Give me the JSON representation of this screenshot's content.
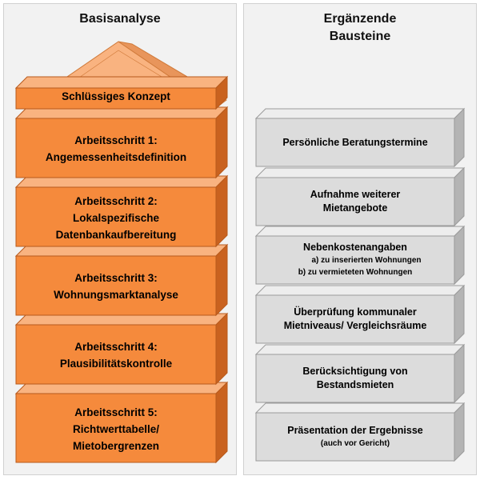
{
  "left": {
    "title": "Basisanalyse",
    "roof_label": "Schlüssiges Konzept",
    "steps": [
      {
        "line1": "Arbeitsschritt 1:",
        "line2": "Angemessenheitsdefinition"
      },
      {
        "line1": "Arbeitsschritt 2:",
        "line2": "Lokalspezifische",
        "line3": "Datenbankaufbereitung"
      },
      {
        "line1": "Arbeitsschritt 3:",
        "line2": "Wohnungsmarktanalyse"
      },
      {
        "line1": "Arbeitsschritt 4:",
        "line2": "Plausibilitätskontrolle"
      },
      {
        "line1": "Arbeitsschritt 5:",
        "line2": "Richtwerttabelle/",
        "line3": "Mietobergrenzen"
      }
    ]
  },
  "right": {
    "title_line1": "Ergänzende",
    "title_line2": "Bausteine",
    "blocks": [
      {
        "line1": "Persönliche Beratungstermine"
      },
      {
        "line1": "Aufnahme weiterer",
        "line2": "Mietangebote"
      },
      {
        "line1": "Nebenkostenangaben",
        "sub1": "a) zu inserierten Wohnungen",
        "sub2": "b) zu vermieteten Wohnungen"
      },
      {
        "line1": "Überprüfung kommunaler",
        "line2": "Mietniveaus/ Vergleichsräume"
      },
      {
        "line1": "Berücksichtigung von",
        "line2": "Bestandsmieten"
      },
      {
        "line1": "Präsentation der Ergebnisse",
        "sub1": "(auch vor Gericht)"
      }
    ]
  },
  "colors": {
    "orange_front": "#f58a3c",
    "orange_top": "#f9b380",
    "orange_side": "#c9621f",
    "gray_front": "#dcdcdc",
    "gray_top": "#ededed",
    "gray_side": "#b4b4b4",
    "panel_bg": "#f2f2f2"
  }
}
